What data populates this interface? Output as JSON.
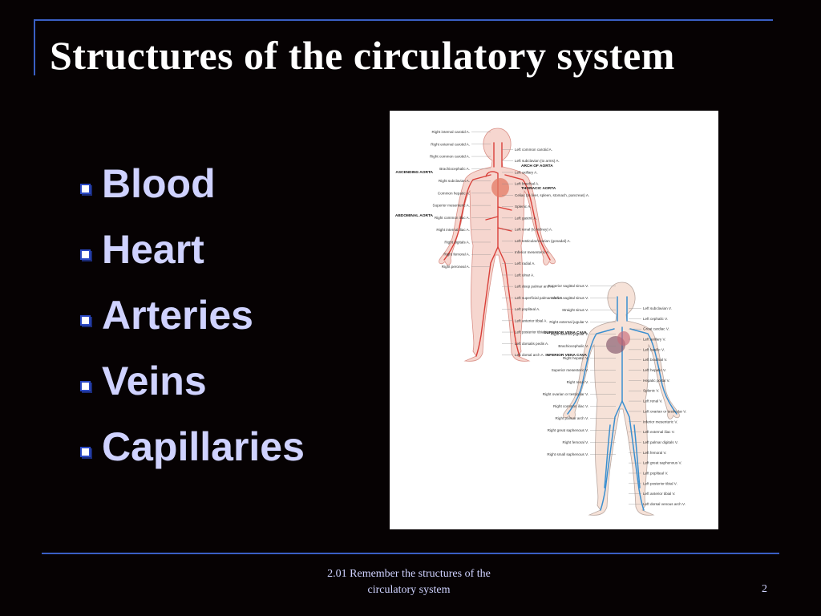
{
  "slide": {
    "title": "Structures of the circulatory system",
    "bullets": [
      "Blood",
      "Heart",
      "Arteries",
      "Veins",
      "Capillaries"
    ],
    "footer_line1": "2.01 Remember the structures of  the",
    "footer_line2": "circulatory system",
    "page_number": "2"
  },
  "diagram": {
    "arterial_labels_left": [
      "Right internal carotid  A.",
      "Right external carotid  A.",
      "Right common carotid  A.",
      "Brachiocephalic  A.",
      "Right subclavian  A.",
      "Common hepatic  A.",
      "Superior mesenteric  A.",
      "Right common iliac  A.",
      "Right internal iliac  A.",
      "Right digitals  A.",
      "Right femoral  A.",
      "Right peroneal  A."
    ],
    "arterial_headings_left": [
      "ASCENDING AORTA",
      "ABDOMINAL AORTA"
    ],
    "arterial_labels_right": [
      "Left common carotid  A.",
      "Left subclavian (to arms)  A.",
      "Left axillary  A.",
      "Left brachial  A.",
      "Celiac (to liver, spleen, stomach, pancreas)  A.",
      "Splenic  A.",
      "Left gastric  A.",
      "Left renal (to kidney)  A.",
      "Left testicular/ovarian (gonadal)  A.",
      "Inferior mesenteric  A.",
      "Left radial  A.",
      "Left ulnar  A.",
      "Left deep palmar arch  A.",
      "Left superficial palmar arch  A.",
      "Left popliteal  A.",
      "Left anterior tibial  A.",
      "Left posterior tibial  A.",
      "Left dorsalis pedis  A.",
      "Left dorsal arch  A."
    ],
    "arterial_headings_right": [
      "ARCH OF AORTA",
      "THORACIC AORTA"
    ],
    "venous_labels_left": [
      "Superior sagittal sinus  V.",
      "Inferior sagittal sinus  V.",
      "Straight sinus  V.",
      "Right external jugular  V.",
      "Right internal jugular  V.",
      "Brachiocephalic  V.",
      "Right hepatic  V.",
      "Superior mesenteric  V.",
      "Right renal  V.",
      "Right ovarian or testicular  V.",
      "Right common iliac  V.",
      "Right palmar arch  V.",
      "Right great saphenous  V.",
      "Right femoral  V.",
      "Right small saphenous  V."
    ],
    "venous_headings_left": [
      "SUPERIOR VENA CAVA",
      "INFERIOR VENA CAVA"
    ],
    "venous_labels_right": [
      "Left subclavian  V.",
      "Left cephalic  V.",
      "Great cardiac  V.",
      "Left axillary  V.",
      "Left basilic  V.",
      "Left brachial  V.",
      "Left hepatic  V.",
      "Hepatic portal  V.",
      "Splenic  V.",
      "Left renal  V.",
      "Left ovarian or testicular  V.",
      "Inferior mesenteric  V.",
      "Left external iliac  V.",
      "Left palmar digitals  V.",
      "Left femoral  V.",
      "Left great saphenous  V.",
      "Left popliteal  V.",
      "Left posterior tibial  V.",
      "Left anterior tibial  V.",
      "Left dorsal venous arch  V."
    ],
    "colors": {
      "artery": "#d9403a",
      "vein": "#3a8fd0",
      "skin_arterial": "#f6d6cf",
      "skin_venous": "#f6e2d8"
    }
  }
}
